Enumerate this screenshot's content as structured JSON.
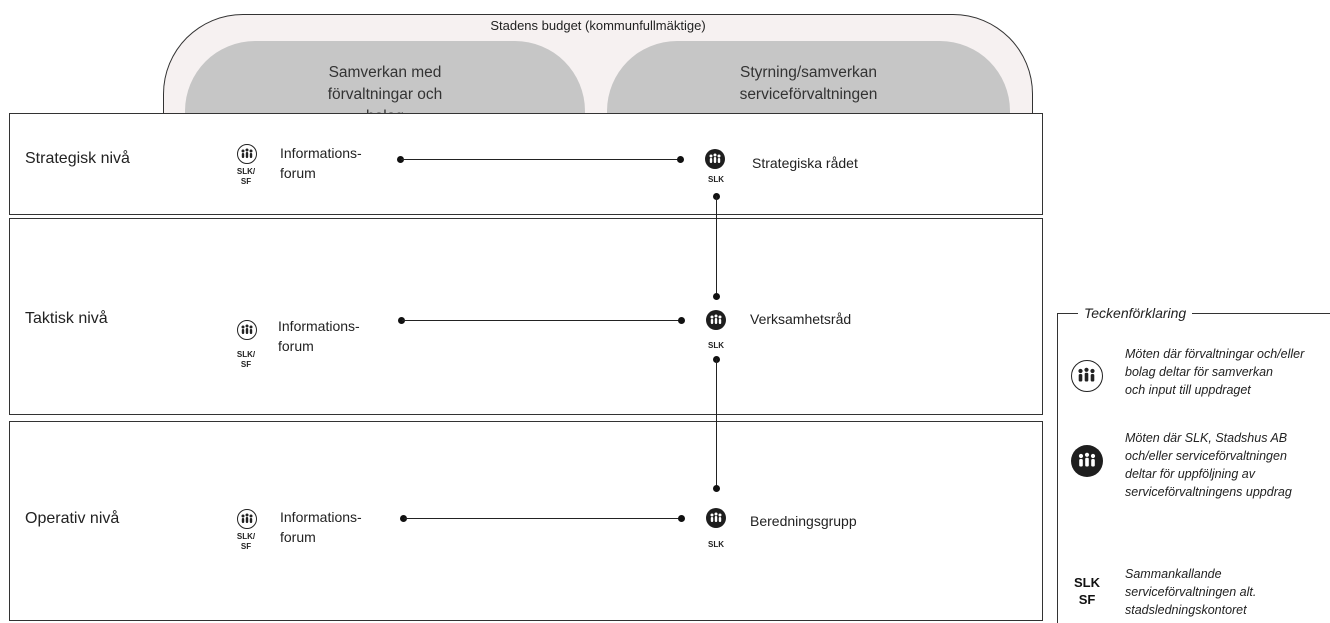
{
  "budget": {
    "title": "Stadens budget (kommunfullmäktige)",
    "left_block": "Samverkan med förvaltningar och bolag",
    "right_block": "Styrning/samverkan serviceförvaltningen"
  },
  "levels": [
    {
      "title": "Strategisk nivå",
      "forum_label_line1": "Informations-",
      "forum_label_line2": "forum",
      "forum_code_line1": "SLK/",
      "forum_code_line2": "SF",
      "meeting_label": "Strategiska rådet",
      "meeting_code": "SLK"
    },
    {
      "title": "Taktisk nivå",
      "forum_label_line1": "Informations-",
      "forum_label_line2": "forum",
      "forum_code_line1": "SLK/",
      "forum_code_line2": "SF",
      "meeting_label": "Verksamhetsråd",
      "meeting_code": "SLK"
    },
    {
      "title": "Operativ nivå",
      "forum_label_line1": "Informations-",
      "forum_label_line2": "forum",
      "forum_code_line1": "SLK/",
      "forum_code_line2": "SF",
      "meeting_label": "Beredningsgrupp",
      "meeting_code": "SLK"
    }
  ],
  "legend": {
    "title": "Teckenförklaring",
    "items": [
      {
        "icon": "people-outline-icon",
        "line1": "Möten där förvaltningar och/eller",
        "line2": "bolag deltar för samverkan",
        "line3": "och input till uppdraget"
      },
      {
        "icon": "people-filled-icon",
        "line1": "Möten där SLK, Stadshus AB",
        "line2": "och/eller serviceförvaltningen",
        "line3": "deltar för uppföljning av",
        "line4": "serviceförvaltningens uppdrag"
      },
      {
        "code_line1": "SLK",
        "code_line2": "SF",
        "line1": "Sammankallande",
        "line2": "serviceförvaltningen alt.",
        "line3": "stadsledningskontoret"
      }
    ]
  },
  "colors": {
    "pill": "#c6c6c6",
    "arch": "#f6f1f1",
    "ink": "#222222"
  }
}
